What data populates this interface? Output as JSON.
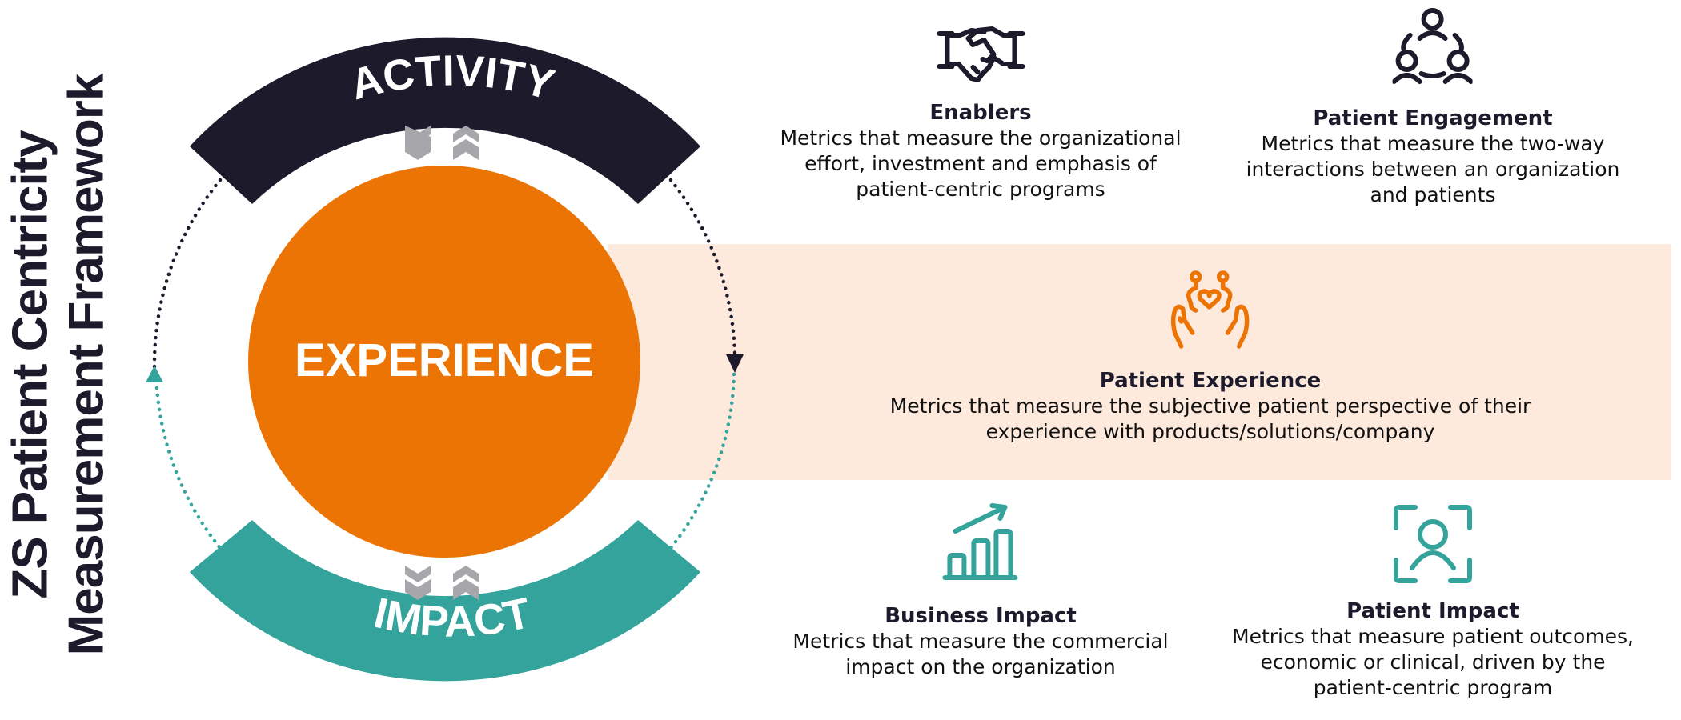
{
  "title": {
    "line1": "ZS Patient Centricity",
    "line2": "Measurement Framework"
  },
  "cycle": {
    "top_label": "ACTIVITY",
    "center_label": "EXPERIENCE",
    "bottom_label": "IMPACT"
  },
  "colors": {
    "navy": "#1c1a2b",
    "orange": "#ec7404",
    "teal": "#33a39b",
    "peach": "#fdeadd",
    "chevron_gray": "#a7a6ab"
  },
  "categories": {
    "enablers": {
      "icon": "handshake-icon",
      "title": "Enablers",
      "desc": [
        "Metrics that measure the organizational",
        "effort, investment and emphasis of",
        "patient-centric programs"
      ]
    },
    "patient_engagement": {
      "icon": "people-network-icon",
      "title": "Patient Engagement",
      "desc": [
        "Metrics that measure the two-way",
        "interactions between an organization",
        "and patients"
      ]
    },
    "patient_experience": {
      "icon": "hands-heart-people-icon",
      "title": "Patient Experience",
      "desc": [
        "Metrics that measure the subjective patient perspective of their",
        "experience with products/solutions/company"
      ]
    },
    "business_impact": {
      "icon": "growth-chart-icon",
      "title": "Business Impact",
      "desc": [
        "Metrics that measure the commercial",
        "impact on the organization"
      ]
    },
    "patient_impact": {
      "icon": "user-focus-icon",
      "title": "Patient Impact",
      "desc": [
        "Metrics that measure patient outcomes,",
        "economic or clinical, driven by the",
        "patient-centric program"
      ]
    }
  }
}
